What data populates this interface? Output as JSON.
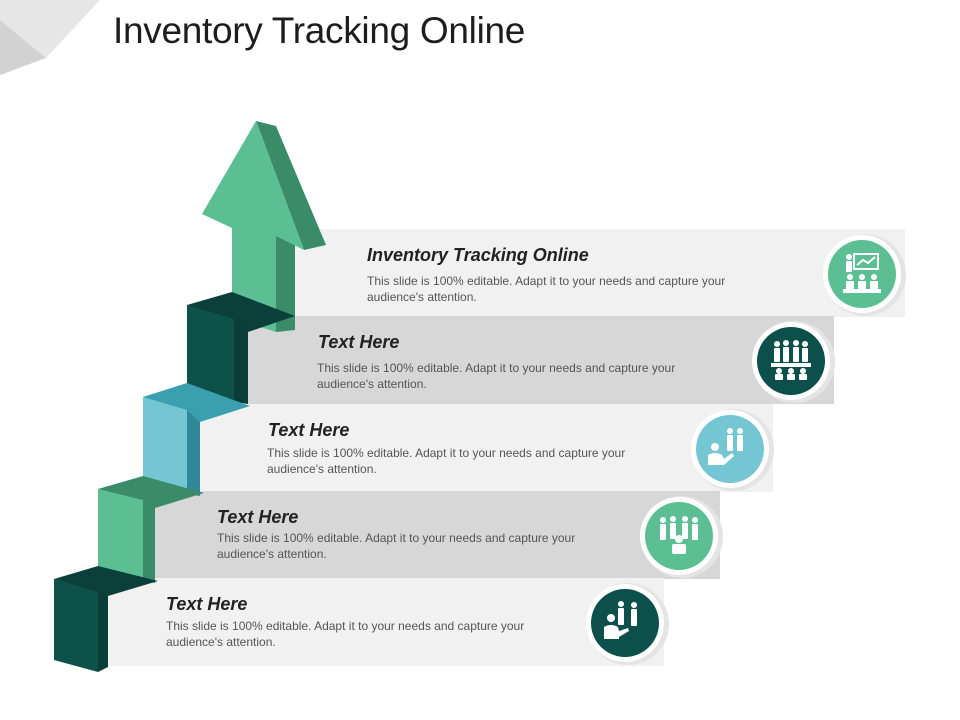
{
  "title": "Inventory Tracking Online",
  "steps": [
    {
      "title": "Inventory Tracking Online",
      "description": "This slide is 100% editable. Adapt it to your needs and capture your audience's attention.",
      "icon": "presentation-audience-icon",
      "color": "#5bbf93"
    },
    {
      "title": "Text Here",
      "description": "This slide is 100% editable. Adapt it to your needs and capture your audience's attention.",
      "icon": "team-meeting-icon",
      "color": "#0d4f4a"
    },
    {
      "title": "Text Here",
      "description": "This slide is 100% editable. Adapt it to your needs and capture your audience's attention.",
      "icon": "handshake-icon",
      "color": "#75c6d3"
    },
    {
      "title": "Text Here",
      "description": "This slide is 100% editable. Adapt it to your needs and capture your audience's attention.",
      "icon": "group-leader-icon",
      "color": "#5bbf93"
    },
    {
      "title": "Text Here",
      "description": "This slide is 100% editable. Adapt it to your needs and capture your audience's attention.",
      "icon": "business-consultation-icon",
      "color": "#0d4f4a"
    }
  ]
}
